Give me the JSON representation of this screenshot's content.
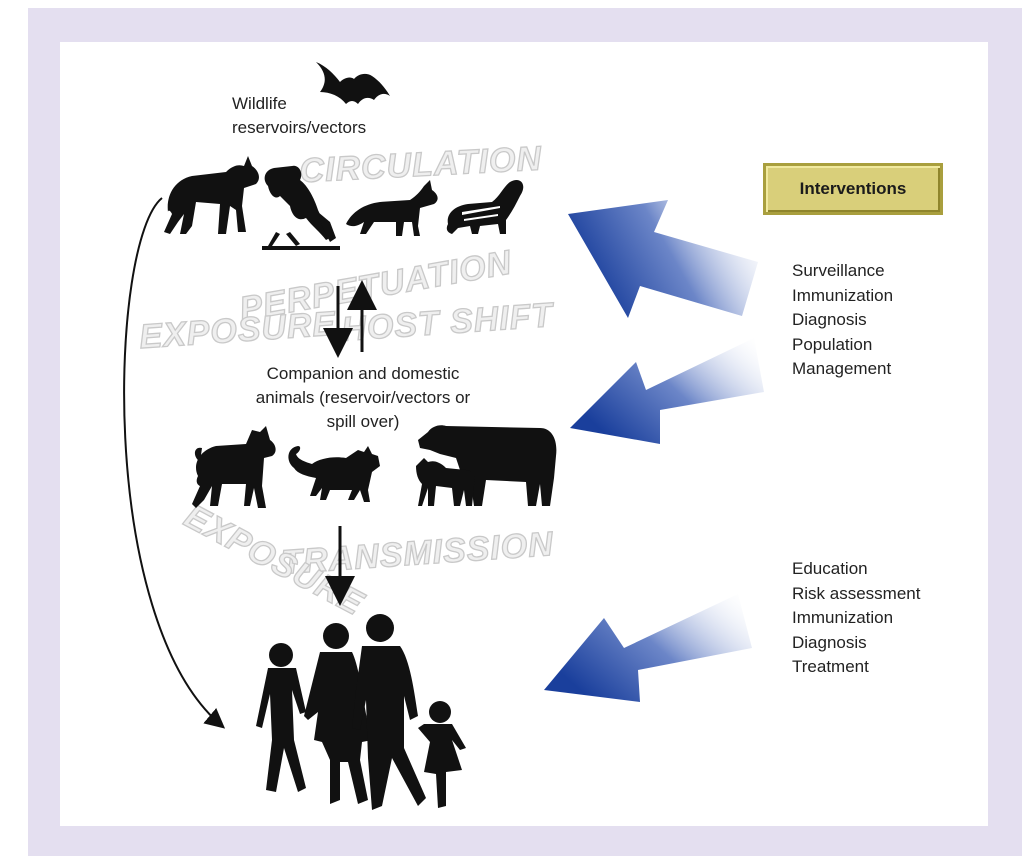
{
  "wildlife_label": "Wildlife\nreservoirs/vectors",
  "domestic_label": "Companion and domestic\nanimals (reservoir/vectors or\nspill over)",
  "interventions_title": "Interventions",
  "wildlife_interventions": [
    "Surveillance",
    "Immunization",
    "Diagnosis",
    "Population",
    "Management"
  ],
  "human_interventions": [
    "Education",
    "Risk assessment",
    "Immunization",
    "Diagnosis",
    "Treatment"
  ],
  "stamps": {
    "circulation": "CIRCULATION",
    "perpetuation": "PERPETUATION",
    "exposure_top": "EXPOSURE",
    "host_shift": "HOST SHIFT",
    "transmission": "TRANSMISSION",
    "exposure_bottom": "EXPOSURE"
  },
  "colors": {
    "silhouette": "#111111",
    "arrow_blue": "#1a3f9c",
    "interventions_box": "#d9cf7a",
    "background": "#e4dff0"
  },
  "icons": [
    "bat-icon",
    "wolf-icon",
    "raccoon-icon",
    "fox-icon",
    "skunk-icon",
    "dog-icon",
    "cat-icon",
    "cow-icon",
    "calf-icon",
    "family-icon"
  ]
}
